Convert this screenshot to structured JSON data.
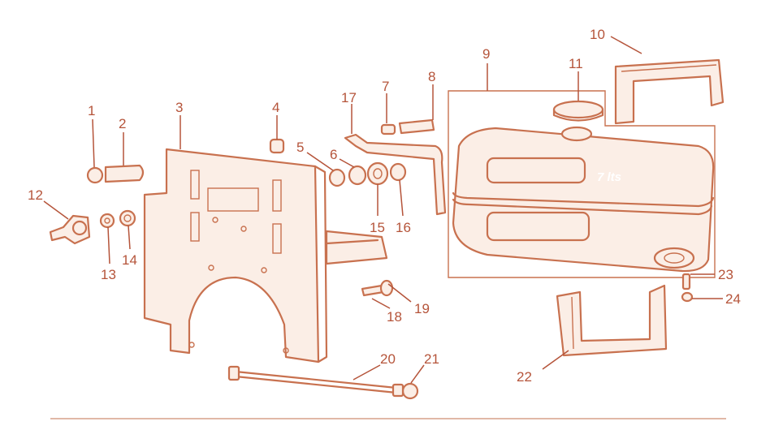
{
  "diagram": {
    "tank_capacity_label": "7 lts",
    "callouts": [
      "1",
      "2",
      "3",
      "4",
      "5",
      "6",
      "7",
      "8",
      "9",
      "10",
      "11",
      "12",
      "13",
      "14",
      "15",
      "16",
      "17",
      "18",
      "19",
      "20",
      "21",
      "22",
      "23",
      "24"
    ]
  },
  "colors": {
    "line": "#c8714f",
    "label": "#b5543a",
    "fill": "#fbeee6"
  }
}
